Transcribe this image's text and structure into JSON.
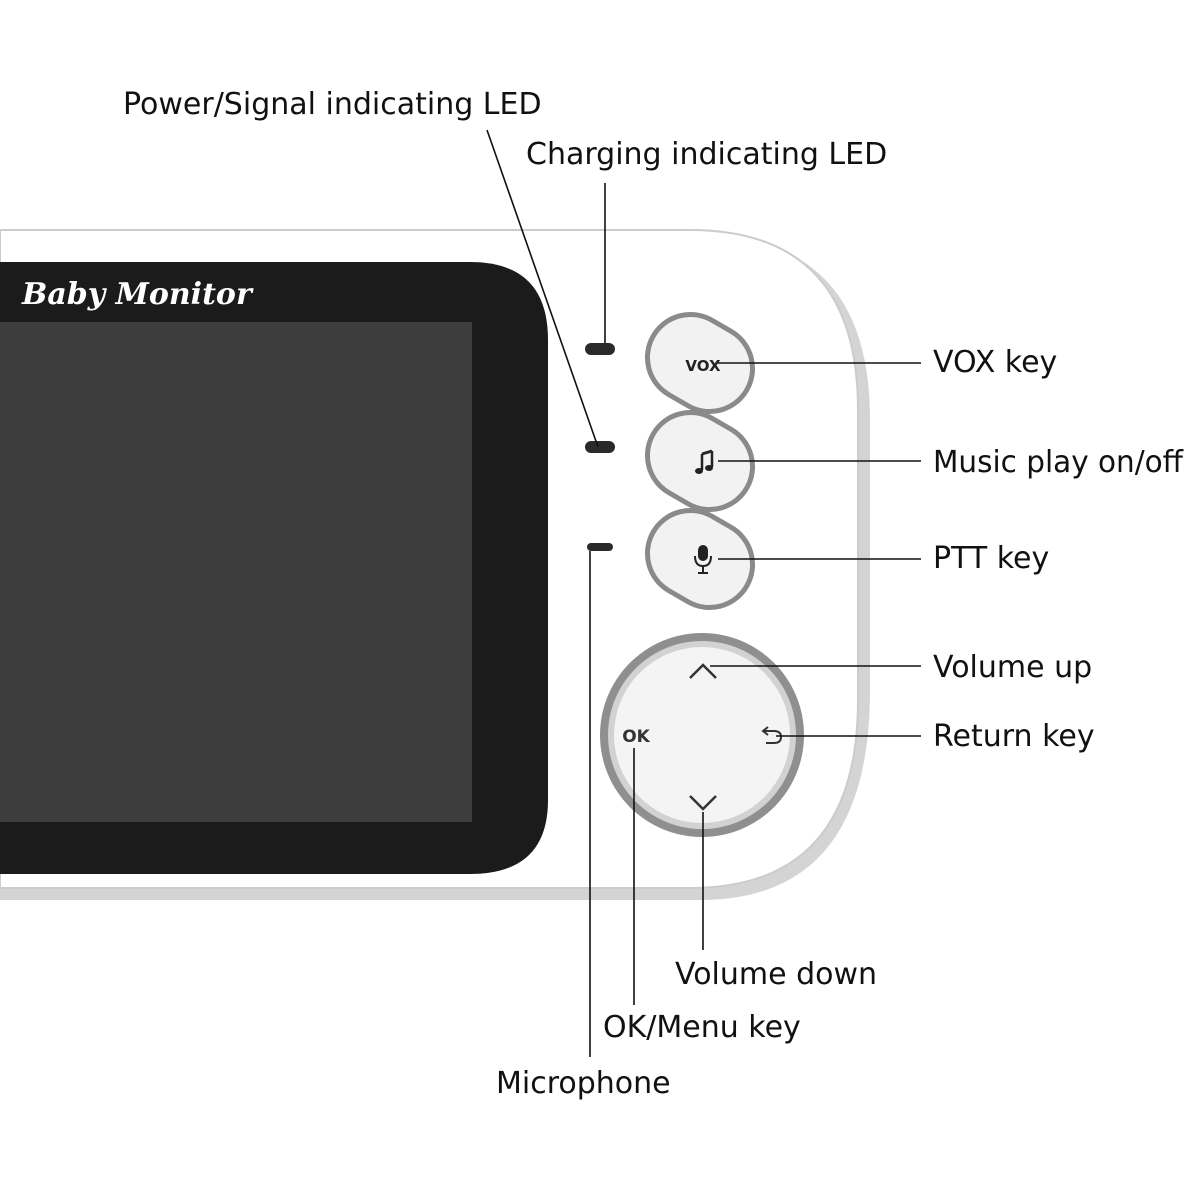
{
  "device": {
    "brand_label": "Baby Monitor",
    "colors": {
      "body": "#ffffff",
      "body_edge": "#cfcfcf",
      "screen_bezel": "#1a1a1a",
      "screen": "#3c3c3c",
      "button_ring": "#8a8a8a",
      "button_fill": "#f0f0f0",
      "led": "#2a2a2a"
    },
    "buttons": {
      "vox_label": "VOX",
      "music_icon": "music-note-icon",
      "ptt_icon": "microphone-icon",
      "ok_label": "OK",
      "up_icon": "chevron-up-icon",
      "down_icon": "chevron-down-icon",
      "return_icon": "return-arrow-icon"
    }
  },
  "callouts": {
    "power_led": "Power/Signal indicating LED",
    "charging_led": "Charging indicating LED",
    "vox_key": "VOX key",
    "music_play": "Music play on/off",
    "ptt_key": "PTT key",
    "volume_up": "Volume up",
    "return_key": "Return key",
    "volume_down": "Volume down",
    "ok_menu": "OK/Menu key",
    "microphone": "Microphone"
  }
}
